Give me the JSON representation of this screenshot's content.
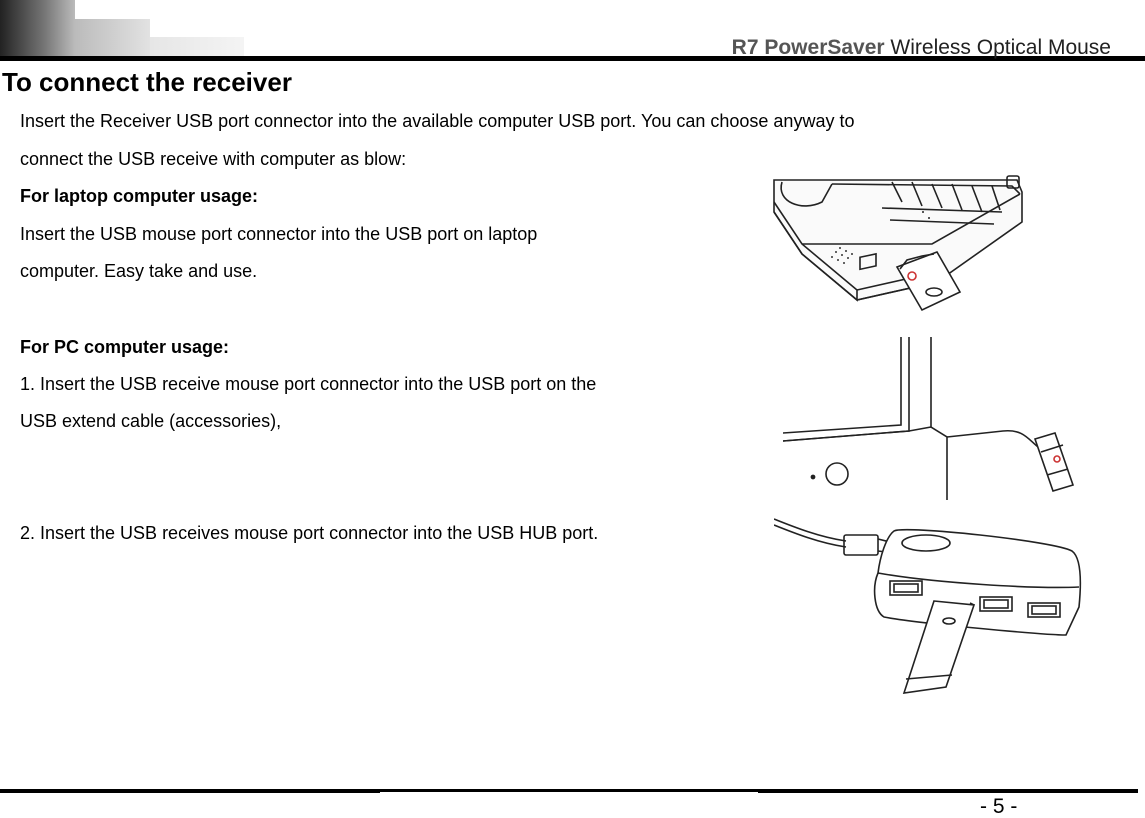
{
  "header": {
    "brand": "R7 PowerSaver",
    "product": " Wireless Optical Mouse"
  },
  "section": {
    "title": "To connect the receiver",
    "intro_line1": "Insert the Receiver USB port connector into the available computer USB port. You can choose anyway to",
    "intro_line2": "connect the USB receive with computer as blow:",
    "laptop_heading": "For laptop computer usage:",
    "laptop_line1": "Insert the USB mouse port connector into the USB port on laptop",
    "laptop_line2": "computer. Easy take and use.",
    "pc_heading": "For PC computer usage:",
    "pc_step1_line1": "1. Insert the USB receive mouse port connector into the USB port on the",
    "pc_step1_line2": "USB extend cable (accessories),",
    "pc_step2": "2. Insert the USB receives mouse port connector into the USB HUB port."
  },
  "footer": {
    "page_number": "- 5 -"
  }
}
